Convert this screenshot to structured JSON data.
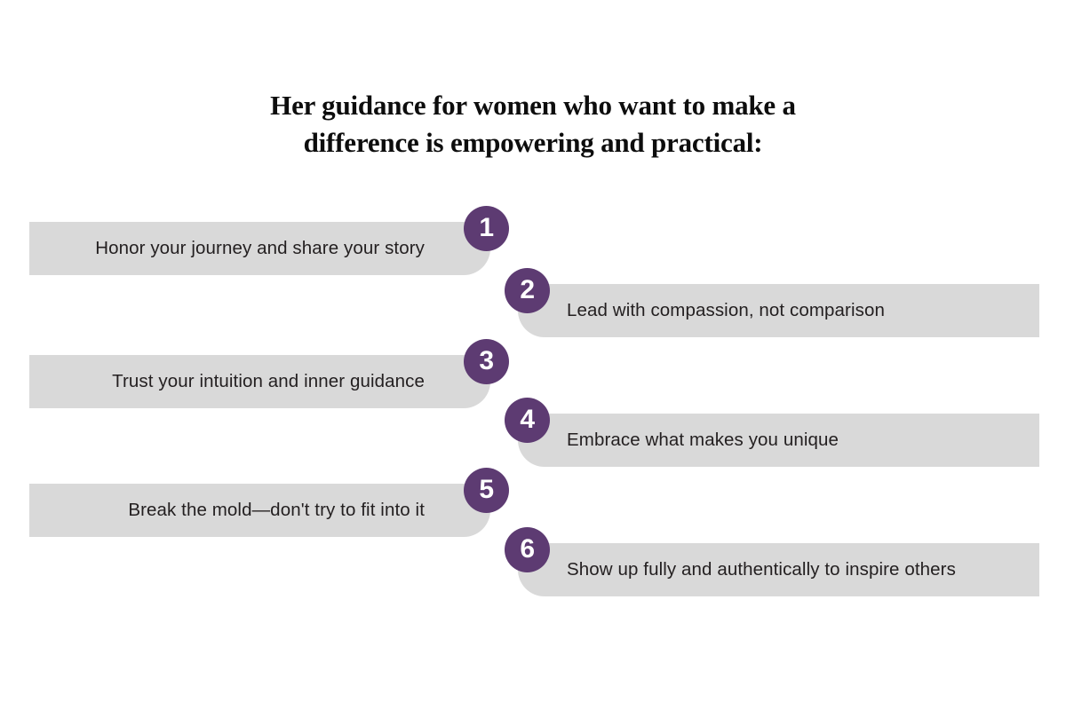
{
  "title": {
    "line1": "Her guidance for women who want to make a",
    "line2": "difference is empowering and practical:"
  },
  "colors": {
    "badge_purple": "#5d3b72",
    "bar_gray": "#d9d9d9",
    "text_dark": "#231f20",
    "title_black": "#0d0d0d",
    "background": "#ffffff"
  },
  "items": [
    {
      "number": "1",
      "label": "Honor your journey and share your story",
      "side": "left"
    },
    {
      "number": "2",
      "label": "Lead with compassion, not comparison",
      "side": "right"
    },
    {
      "number": "3",
      "label": "Trust your intuition and inner guidance",
      "side": "left"
    },
    {
      "number": "4",
      "label": "Embrace what makes you unique",
      "side": "right"
    },
    {
      "number": "5",
      "label": "Break the mold—don't try to fit into it",
      "side": "left"
    },
    {
      "number": "6",
      "label": "Show up fully and authentically to inspire others",
      "side": "right"
    }
  ]
}
